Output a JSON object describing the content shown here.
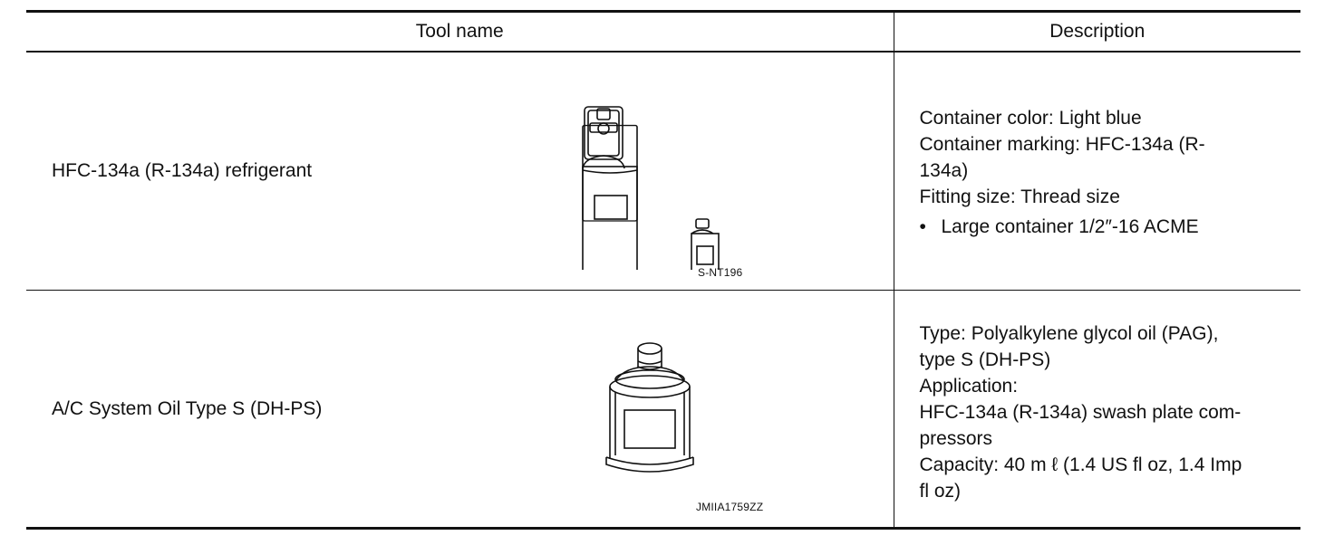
{
  "table": {
    "headers": {
      "tool_name": "Tool name",
      "description": "Description"
    },
    "rows": [
      {
        "tool_name": "HFC-134a (R-134a) refrigerant",
        "figure_code": "S-NT196",
        "figure_icon": "refrigerant-containers-icon",
        "description_lines": [
          "Container color: Light blue",
          "Container marking: HFC-134a (R-",
          "134a)",
          "Fitting size: Thread size"
        ],
        "bullet": {
          "marker": "•",
          "text": "Large container 1/2″-16 ACME"
        }
      },
      {
        "tool_name": "A/C System Oil Type S (DH-PS)",
        "figure_code": "JMIIA1759ZZ",
        "figure_icon": "oil-container-icon",
        "description_lines": [
          "Type: Polyalkylene glycol oil (PAG),",
          "type S (DH-PS)",
          "Application:",
          "HFC-134a (R-134a) swash plate com-",
          "pressors",
          "Capacity: 40 m ℓ (1.4 US fl oz, 1.4 Imp",
          "fl oz)"
        ]
      }
    ]
  }
}
